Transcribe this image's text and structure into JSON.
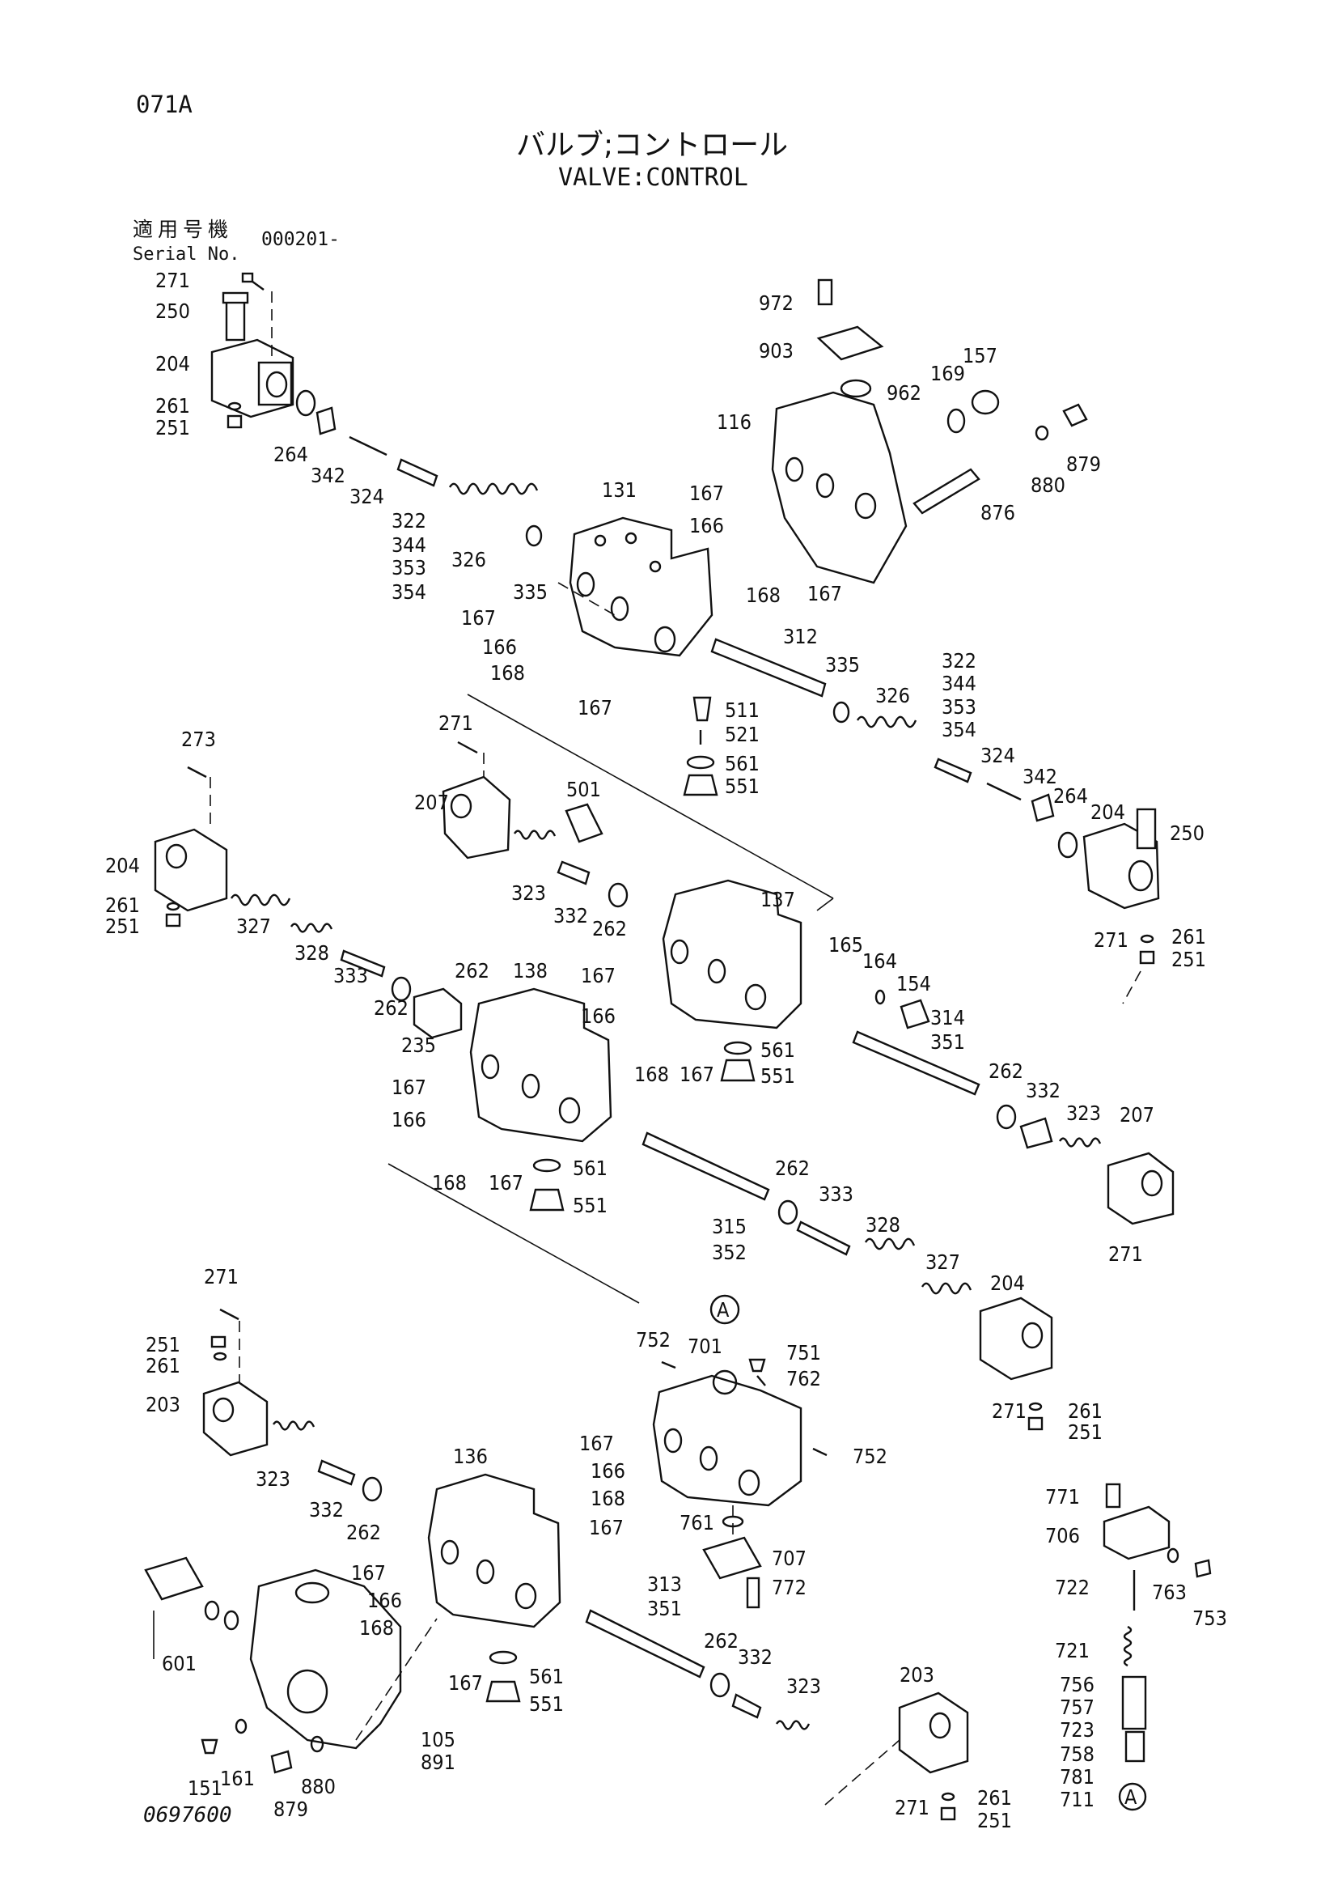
{
  "page_code": "071A",
  "title_jp": "バルブ;コントロール",
  "title_en": "VALVE:CONTROL",
  "serial_label_jp": "適用号機",
  "serial_label_en": "Serial No.",
  "serial_value": "000201-",
  "figure_number": "0697600",
  "callouts": {
    "c271a": "271",
    "c250a": "250",
    "c204a": "204",
    "c261a": "261",
    "c251a": "251",
    "c264a": "264",
    "c342a": "342",
    "c324a": "324",
    "c322a": "322",
    "c344a": "344",
    "c353a": "353",
    "c354a": "354",
    "c326a": "326",
    "c335a": "335",
    "c131": "131",
    "c167a": "167",
    "c166a": "166",
    "c168a": "168",
    "c167b": "167",
    "c972": "972",
    "c903": "903",
    "c962": "962",
    "c116": "116",
    "c169": "169",
    "c157": "157",
    "c880a": "880",
    "c879a": "879",
    "c876": "876",
    "c167c": "167",
    "c166b": "166",
    "c168b": "168",
    "c167d": "167",
    "c312": "312",
    "c335b": "335",
    "c322b": "322",
    "c344b": "344",
    "c353b": "353",
    "c354b": "354",
    "c326b": "326",
    "c324b": "324",
    "c342b": "342",
    "c264b": "264",
    "c204b": "204",
    "c250b": "250",
    "c271b": "271",
    "c261b": "261",
    "c251b": "251",
    "c511": "511",
    "c521": "521",
    "c561a": "561",
    "c551a": "551",
    "c273": "273",
    "c271c": "271",
    "c207a": "207",
    "c501": "501",
    "c204c": "204",
    "c261c": "261",
    "c251c": "251",
    "c323a": "323",
    "c332a": "332",
    "c262a": "262",
    "c137": "137",
    "c327a": "327",
    "c328a": "328",
    "c333a": "333",
    "c262b": "262",
    "c138": "138",
    "c235": "235",
    "c262c": "262",
    "c165": "165",
    "c164": "164",
    "c154": "154",
    "c167e": "167",
    "c166c": "166",
    "c168c": "168",
    "c167f": "167",
    "c561b": "561",
    "c551b": "551",
    "c314": "314",
    "c351a": "351",
    "c167g": "167",
    "c166d": "166",
    "c168d": "168",
    "c167h": "167",
    "c561c": "561",
    "c551c": "551",
    "c262d": "262",
    "c332b": "332",
    "c323b": "323",
    "c207b": "207",
    "c271d": "271",
    "c262e": "262",
    "c333b": "333",
    "c315": "315",
    "c352": "352",
    "c328b": "328",
    "c327b": "327",
    "c204d": "204",
    "c271e": "271",
    "c261d": "261",
    "c251d": "251",
    "cAa": "A",
    "c752a": "752",
    "c701": "701",
    "c751": "751",
    "c762": "762",
    "c752b": "752",
    "c271f": "271",
    "c251e": "251",
    "c261e": "261",
    "c203a": "203",
    "c323c": "323",
    "c332c": "332",
    "c262f": "262",
    "c136": "136",
    "c167i": "167",
    "c166e": "166",
    "c168e": "168",
    "c167j": "167",
    "c761": "761",
    "c707": "707",
    "c772": "772",
    "c167k": "167",
    "c166f": "166",
    "c168f": "168",
    "c167l": "167",
    "c561d": "561",
    "c551d": "551",
    "c313": "313",
    "c351b": "351",
    "c262g": "262",
    "c332d": "332",
    "c323d": "323",
    "c203b": "203",
    "c271g": "271",
    "c261f": "261",
    "c251f": "251",
    "c601": "601",
    "c105": "105",
    "c891": "891",
    "c151": "151",
    "c161": "161",
    "c880b": "880",
    "c879b": "879",
    "c771": "771",
    "c706": "706",
    "c763": "763",
    "c753": "753",
    "c722": "722",
    "c721": "721",
    "c756": "756",
    "c757": "757",
    "c723": "723",
    "c758": "758",
    "c781": "781",
    "c711": "711",
    "cAb": "A"
  }
}
